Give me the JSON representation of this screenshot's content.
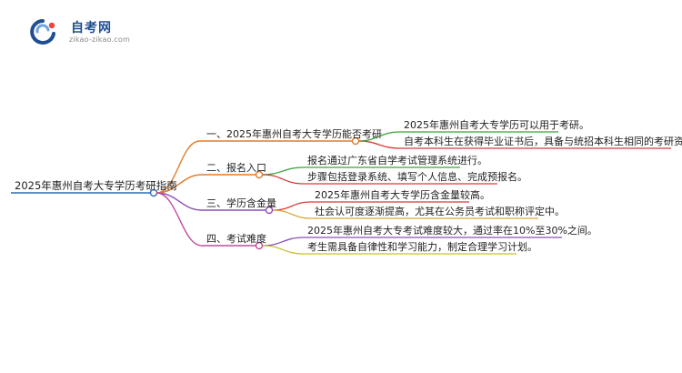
{
  "brand": {
    "name": "自考网",
    "domain": "zikao-zikao.com",
    "colors": {
      "primary": "#1f4f8f",
      "accent": "#e8463a",
      "light": "#6fa5e0"
    },
    "icon": "logo-icon"
  },
  "mindmap": {
    "root": "2025年惠州自考大专学历考研指南",
    "branches": [
      {
        "id": "b1",
        "label": "一、2025年惠州自考大专学历能否考研",
        "color": "#e07b2a",
        "children": [
          "2025年惠州自考大专学历可以用于考研。",
          "自考本科生在获得毕业证书后，具备与统招本科生相同的考研资格。"
        ],
        "child_colors": [
          "#37a337",
          "#d83a3a"
        ]
      },
      {
        "id": "b2",
        "label": "二、报名入口",
        "color": "#e07b2a",
        "children": [
          "报名通过广东省自学考试管理系统进行。",
          "步骤包括登录系统、填写个人信息、完成预报名。"
        ],
        "child_colors": [
          "#37a337",
          "#d83a3a"
        ]
      },
      {
        "id": "b3",
        "label": "三、学历含金量",
        "color": "#8a4fb8",
        "children": [
          "2025年惠州自考大专学历含金量较高。",
          "社会认可度逐渐提高，尤其在公务员考试和职称评定中。"
        ],
        "child_colors": [
          "#d83a3a",
          "#d8a93a"
        ]
      },
      {
        "id": "b4",
        "label": "四、考试难度",
        "color": "#c04ba0",
        "children": [
          "2025年惠州自考大专考试难度较大，通过率在10%至30%之间。",
          "考生需具备自律性和学习能力，制定合理学习计划。"
        ],
        "child_colors": [
          "#8a4fb8",
          "#c8c033"
        ]
      }
    ]
  }
}
